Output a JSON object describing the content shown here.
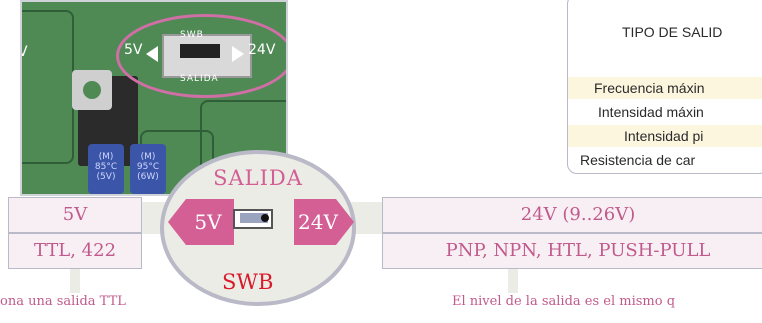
{
  "photo": {
    "silk_left": "V",
    "silk_5v": "5V",
    "silk_24v": "24V",
    "silk_swb": "SWB",
    "silk_salida": "SALIDA",
    "cap1": "(M) 85°C (5V)",
    "cap2": "(M) 95°C (6W)"
  },
  "spec_table": {
    "rows": [
      "TIPO DE SALID",
      "",
      "Frecuencia máxin",
      "Intensidad máxin",
      "Intensidad pi",
      "Resistencia de car"
    ]
  },
  "switch_callout": {
    "title": "SALIDA",
    "left_label": "5V",
    "right_label": "24V",
    "name": "SWB"
  },
  "left_panel": {
    "voltage": "5V",
    "types": "TTL, 422",
    "note": "ona una salida TTL"
  },
  "right_panel": {
    "voltage": "24V (9..26V)",
    "types": "PNP, NPN, HTL, PUSH-PULL",
    "note": "El nivel de la salida es el mismo q"
  },
  "colors": {
    "accent_pink": "#d35f95",
    "swb_red": "#d8192a",
    "border_gray": "#b9b9c7",
    "cell_fill": "#f7eff4"
  }
}
